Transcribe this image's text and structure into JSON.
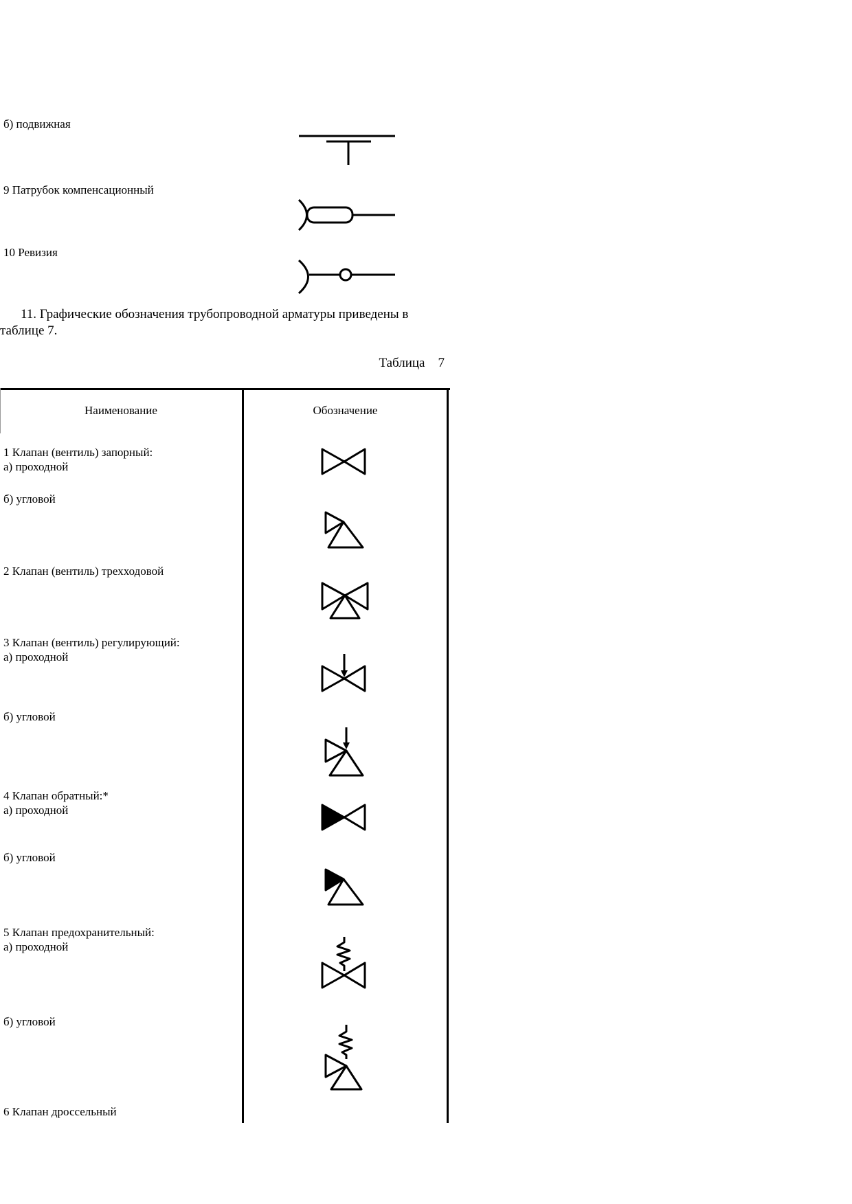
{
  "top_items": [
    {
      "name": "б) подвижная",
      "symbol": "sliding-support-icon"
    },
    {
      "name": "9 Патрубок компенсационный",
      "symbol": "compensation-pipe-icon"
    },
    {
      "name": "10 Ревизия",
      "symbol": "revision-icon"
    }
  ],
  "paragraph": {
    "line1": "11. Графические обозначения трубопроводной арматуры приведены в",
    "line2": "таблице 7."
  },
  "table_caption": "Таблица    7",
  "table": {
    "headers": [
      "Наименование",
      "Обозначение"
    ],
    "rows": [
      {
        "name": "1 Клапан (вентиль) запорный:",
        "sub": "а) проходной",
        "symbol": "shutoff-valve-straight-icon"
      },
      {
        "name": "б) угловой",
        "symbol": "shutoff-valve-angle-icon"
      },
      {
        "name": "2 Клапан (вентиль) трехходовой",
        "symbol": "three-way-valve-icon"
      },
      {
        "name": "3 Клапан (вентиль) регулирующий:",
        "sub": "а) проходной",
        "symbol": "control-valve-straight-icon"
      },
      {
        "name": "б) угловой",
        "symbol": "control-valve-angle-icon"
      },
      {
        "name": "4 Клапан обратный:*",
        "sub": "а) проходной",
        "symbol": "check-valve-straight-icon"
      },
      {
        "name": "б) угловой",
        "symbol": "check-valve-angle-icon"
      },
      {
        "name": "5 Клапан предохранительный:",
        "sub": "а) проходной",
        "symbol": "safety-valve-straight-icon"
      },
      {
        "name": "б) угловой",
        "symbol": "safety-valve-angle-icon"
      },
      {
        "name": "6 Клапан дроссельный"
      }
    ]
  }
}
